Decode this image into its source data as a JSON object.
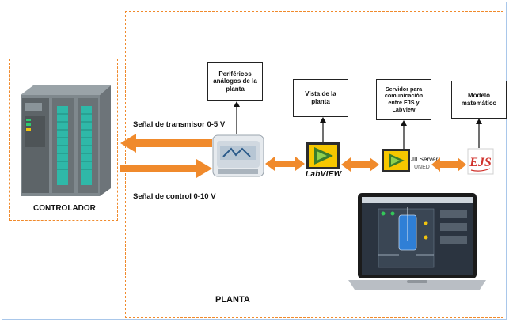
{
  "labels": {
    "perifericos": "Periféricos análogos de la planta",
    "vista": "Vista de la planta",
    "servidor": "Servidor para comunicación entre EJS y LabView",
    "modelo": "Modelo matemático",
    "transmisor": "Señal de transmisor 0-5 V",
    "control": "Señal  de control 0-10 V",
    "controlador": "CONTROLADOR",
    "planta": "PLANTA",
    "labview": "LabVIEW",
    "jilserver": "JILServer",
    "uned": "UNED",
    "ejs": "EJS"
  },
  "colors": {
    "accent": "#f08a2c",
    "frame": "#a9c7ea"
  }
}
